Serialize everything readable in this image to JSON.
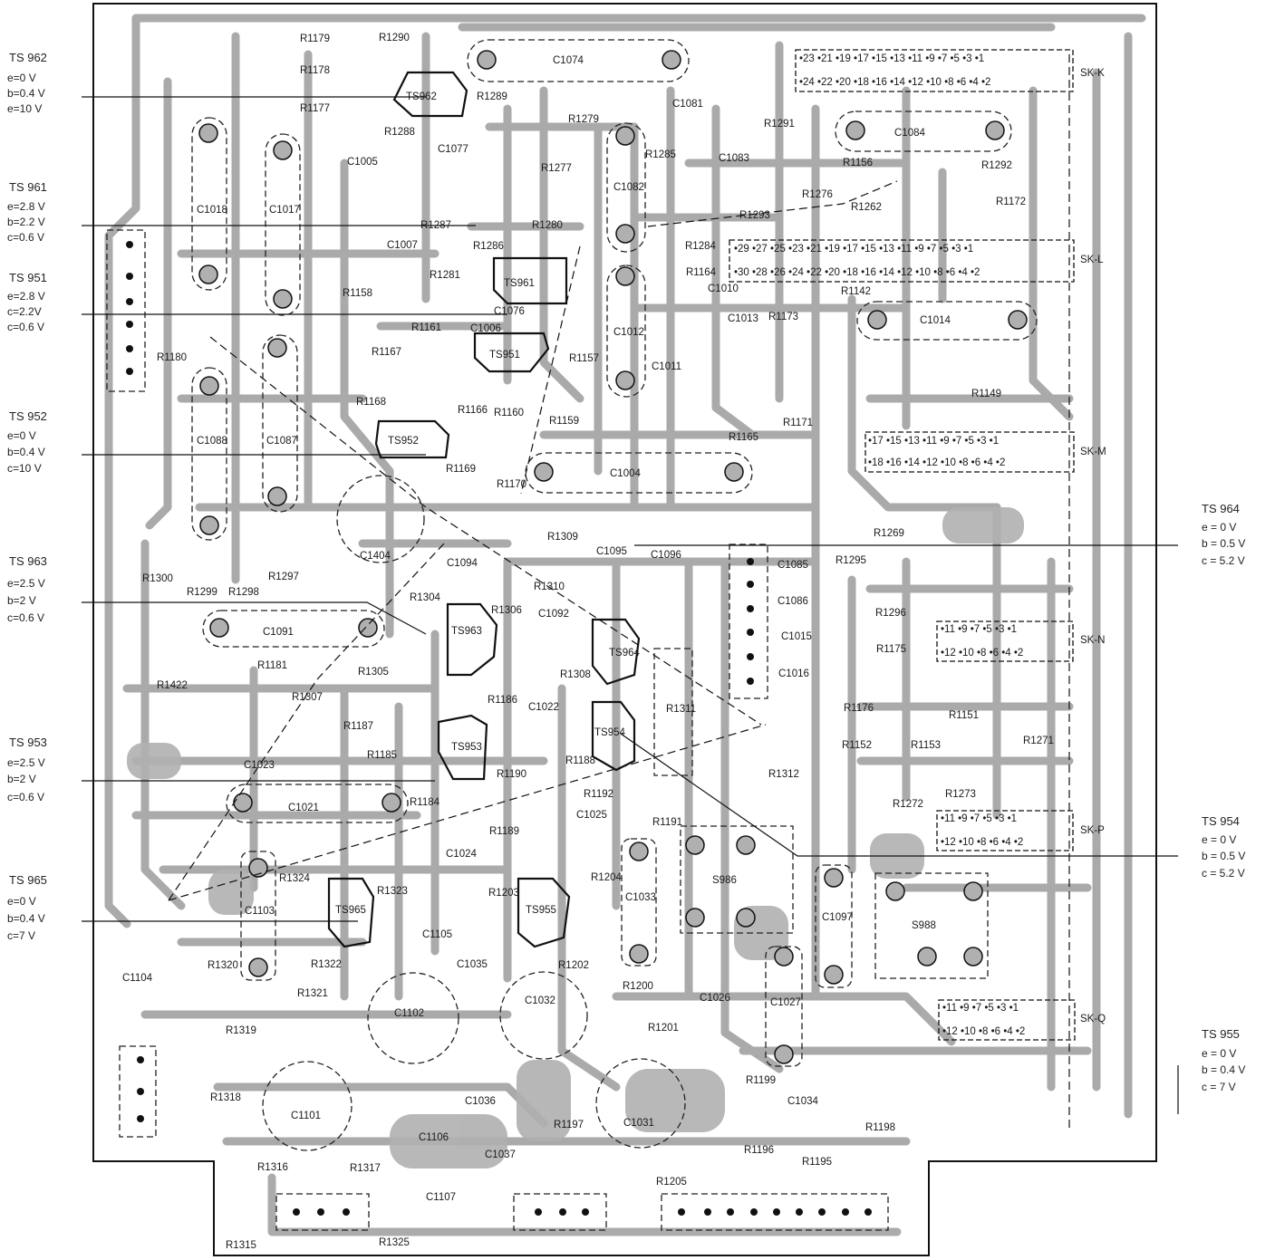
{
  "left_annotations": [
    {
      "name": "TS 962",
      "values": [
        "e=0   V",
        "b=0.4 V",
        "e=10  V"
      ]
    },
    {
      "name": "TS 961",
      "values": [
        "e=2.8 V",
        "b=2.2 V",
        "c=0.6 V"
      ]
    },
    {
      "name": "TS 951",
      "values": [
        "e=2.8 V",
        "c=2.2V",
        "c=0.6 V"
      ]
    },
    {
      "name": "TS 952",
      "values": [
        "e=0   V",
        "b=0.4 V",
        "c=10  V"
      ]
    },
    {
      "name": "TS 963",
      "values": [
        "e=2.5 V",
        "b=2   V",
        "c=0.6 V"
      ]
    },
    {
      "name": "TS 953",
      "values": [
        "e=2.5 V",
        "b=2   V",
        "c=0.6 V"
      ]
    },
    {
      "name": "TS 965",
      "values": [
        "e=0   V",
        "b=0.4 V",
        "c=7   V"
      ]
    }
  ],
  "right_annotations": [
    {
      "name": "TS 964",
      "values": [
        "e = 0   V",
        "b = 0.5 V",
        "c = 5.2 V"
      ]
    },
    {
      "name": "TS 954",
      "values": [
        "e = 0   V",
        "b = 0.5 V",
        "c = 5.2 V"
      ]
    },
    {
      "name": "TS 955",
      "values": [
        "e = 0   V",
        "b = 0.4 V",
        "c = 7   V"
      ]
    }
  ],
  "connectors": [
    {
      "name": "SK-K",
      "top_pins": "•23 •21 •19 •17 •15 •13 •11 •9 •7 •5 •3 •1",
      "bottom_pins": "•24 •22 •20 •18 •16 •14 •12 •10 •8 •6 •4 •2"
    },
    {
      "name": "SK-L",
      "top_pins": "•29 •27 •25 •23 •21 •19 •17 •15 •13 •11 •9 •7 •5 •3 •1",
      "bottom_pins": "•30 •28 •26 •24 •22 •20 •18 •16 •14 •12 •10 •8 •6 •4 •2"
    },
    {
      "name": "SK-M",
      "top_pins": "•17 •15 •13 •11 •9 •7 •5 •3 •1",
      "bottom_pins": "•18 •16 •14 •12 •10 •8 •6 •4 •2"
    },
    {
      "name": "SK-N",
      "top_pins": "•11 •9 •7 •5 •3 •1",
      "bottom_pins": "•12 •10 •8 •6 •4 •2"
    },
    {
      "name": "SK-P",
      "top_pins": "•11 •9 •7 •5 •3 •1",
      "bottom_pins": "•12 •10 •8 •6 •4 •2"
    },
    {
      "name": "SK-Q",
      "top_pins": "•11 •9 •7 •5 •3 •1",
      "bottom_pins": "•12 •10 •8 •6 •4 •2"
    }
  ],
  "transistors": [
    "TS962",
    "TS961",
    "TS951",
    "TS952",
    "TS963",
    "TS964",
    "TS953",
    "TS954",
    "TS965",
    "TS955"
  ],
  "capacitors": [
    "C1074",
    "C1081",
    "C1084",
    "C1083",
    "C1077",
    "C1005",
    "C1018",
    "C1017",
    "C1082",
    "C1007",
    "C1006",
    "C1076",
    "C1012",
    "C1010",
    "C1013",
    "C1014",
    "C1011",
    "C1088",
    "C1087",
    "C1004",
    "C1404",
    "C1094",
    "C1095",
    "C1096",
    "C1085",
    "C1086",
    "C1015",
    "C1016",
    "C1091",
    "C1092",
    "C1022",
    "C1023",
    "C1021",
    "C1025",
    "C1024",
    "C1033",
    "C1103",
    "C1105",
    "C1035",
    "C1097",
    "C1026",
    "C1027",
    "C1104",
    "C1102",
    "C1032",
    "C1036",
    "C1101",
    "C1106",
    "C1037",
    "C1107",
    "C1031",
    "C1034"
  ],
  "resistors": [
    "R1179",
    "R1178",
    "R1177",
    "R1290",
    "R1289",
    "R1288",
    "R1279",
    "R1277",
    "R1285",
    "R1291",
    "R1156",
    "R1292",
    "R1276",
    "R1287",
    "R1280",
    "R1286",
    "R1281",
    "R1293",
    "R1262",
    "R1172",
    "R1284",
    "R1164",
    "R1142",
    "R1173",
    "R1158",
    "R1161",
    "R1167",
    "R1168",
    "R1166",
    "R1160",
    "R1157",
    "R1159",
    "R1180",
    "R1149",
    "R1171",
    "R1165",
    "R1169",
    "R1170",
    "R1269",
    "R1300",
    "R1299",
    "R1298",
    "R1297",
    "R1309",
    "R1310",
    "R1295",
    "R1304",
    "R1306",
    "R1296",
    "R1305",
    "R1308",
    "R1175",
    "R1181",
    "R1307",
    "R1422",
    "R1186",
    "R1176",
    "R1187",
    "R1185",
    "R1188",
    "R1311",
    "R1151",
    "R1152",
    "R1153",
    "R1271",
    "R1190",
    "R1184",
    "R1192",
    "R1312",
    "R1189",
    "R1191",
    "R1272",
    "R1273",
    "R1324",
    "R1323",
    "R1204",
    "R1203",
    "R1322",
    "R1202",
    "R1320",
    "R1321",
    "R1200",
    "R1201",
    "R1319",
    "R1318",
    "R1199",
    "R1196",
    "R1197",
    "R1198",
    "R1195",
    "R1316",
    "R1317",
    "R1205",
    "R1325",
    "R1315"
  ],
  "switches": [
    "S986",
    "S988"
  ],
  "colors": {
    "copper": "#a6a6a6",
    "ink": "#1a1a1a",
    "board": "#ffffff"
  }
}
